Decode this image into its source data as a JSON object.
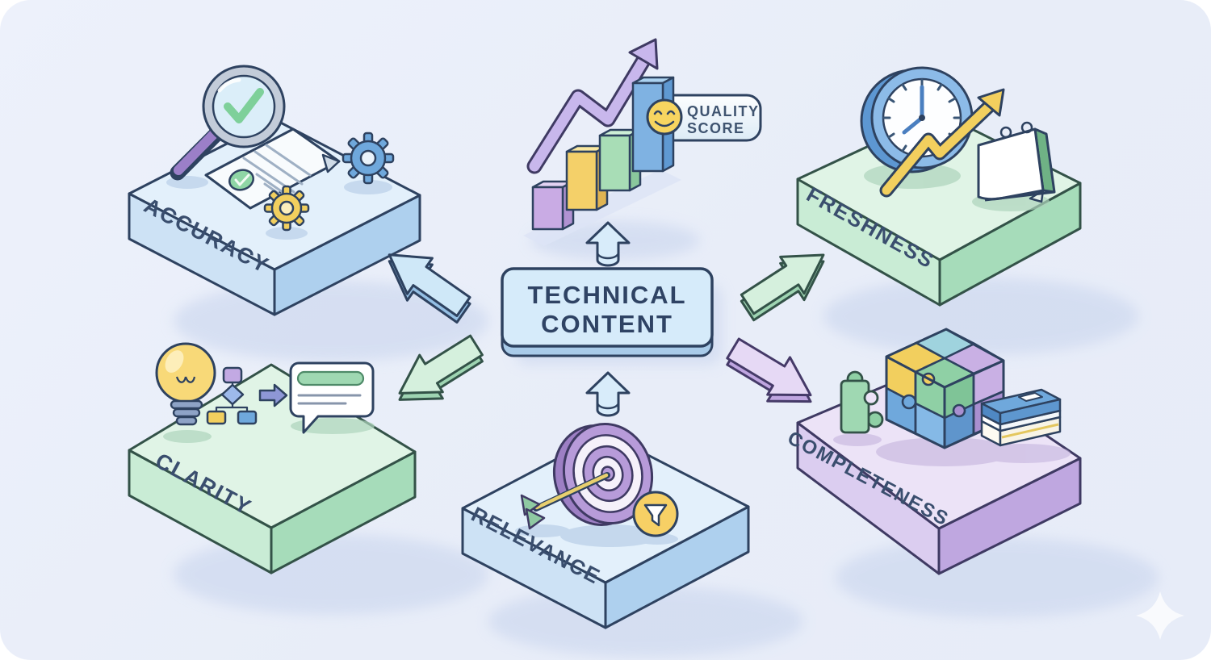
{
  "scene": {
    "center_label": {
      "line1": "TECHNICAL",
      "line2": "CONTENT"
    },
    "quality_badge": {
      "line1": "QUALITY",
      "line2": "SCORE"
    },
    "platforms": [
      {
        "label": "ACCURACY",
        "theme": "blue"
      },
      {
        "label": "FRESHNESS",
        "theme": "green"
      },
      {
        "label": "CLARITY",
        "theme": "green"
      },
      {
        "label": "COMPLETENESS",
        "theme": "purple"
      },
      {
        "label": "RELEVANCE",
        "theme": "blue"
      }
    ],
    "icons": [
      "magnifier-check-icon",
      "document-check-icon",
      "gear-icon",
      "lightbulb-icon",
      "flowchart-icon",
      "speech-bubble-icon",
      "bar-chart-icon",
      "trend-arrow-icon",
      "smiley-icon",
      "clock-icon",
      "calendar-icon",
      "puzzle-cube-icon",
      "puzzle-piece-icon",
      "books-icon",
      "target-dart-icon",
      "funnel-icon",
      "sparkle-icon"
    ],
    "colors": {
      "background": "#e9edf9",
      "outline_navy": "#2e4260",
      "platform_blue": "#cde2f5",
      "platform_green": "#c9ecd5",
      "platform_purple": "#dbcdf0",
      "accent_yellow": "#f2cf5e",
      "accent_purple": "#b499d8",
      "accent_blue": "#6fa8dc",
      "accent_green": "#8fd0a5",
      "label_text": "#3a4e6e"
    }
  }
}
